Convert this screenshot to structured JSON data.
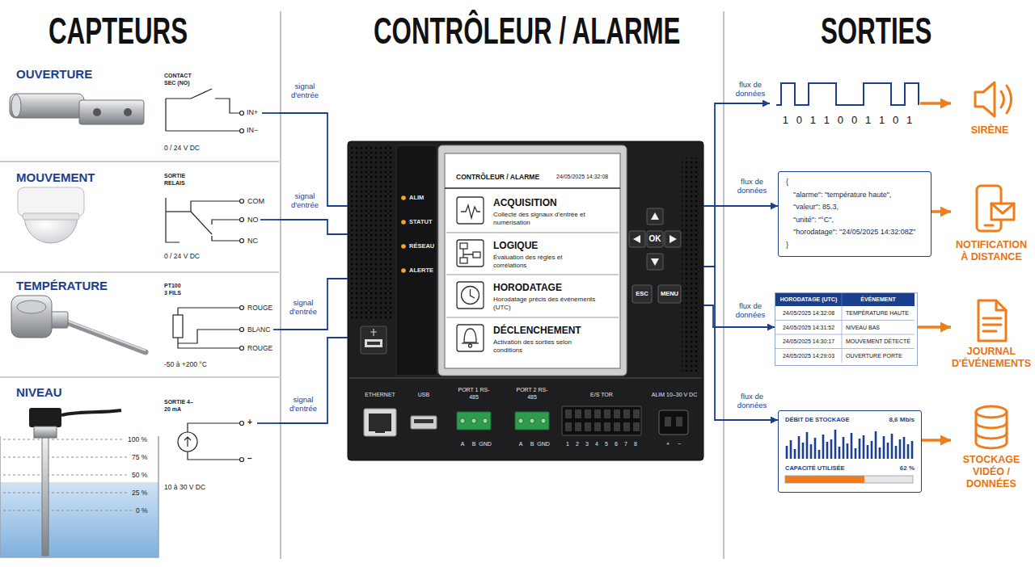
{
  "diagram": {
    "nodes": [
      {
        "text": [
          "OUVERTURE"
        ]
      },
      {
        "text": [
          "MOUVEMENT"
        ]
      },
      {
        "text": [
          "TEMPÉRATURE"
        ]
      },
      {
        "text": [
          "NIVEAU"
        ]
      },
      {
        "text": [
          "ALIM",
          "STATUT",
          "RÉSEAU",
          "ALERTE",
          "OK",
          "ESC",
          "MENU",
          "ETHERNET",
          "USB",
          "PORT 1 RS-485",
          "A",
          "B",
          "GND",
          "PORT 2 RS-485",
          "A",
          "B",
          "GND",
          "E/S TOR",
          "1 2 3 4 5 6 7 8",
          "ALIM 10–30 V DC",
          "+",
          "−"
        ]
      },
      {
        "text": [
          "CONTRÔLEUR / ALARME",
          "24/05/2025 14:32:08"
        ],
        "in": 4
      },
      {
        "text": [
          "ACQUISITION",
          "Collecte des signaux d'entrée et numérisation"
        ],
        "in": 5
      },
      {
        "text": [
          "LOGIQUE",
          "Évaluation des règles et corrélations"
        ],
        "in": 5
      },
      {
        "text": [
          "HORODATAGE",
          "Horodatage précis des événements (UTC)"
        ],
        "in": 5
      },
      {
        "text": [
          "DÉCLENCHEMENT",
          "Activation des sorties selon conditions"
        ],
        "in": 5
      },
      {
        "text": [
          "1 0 1 1 0 0 1 1 0 1"
        ]
      },
      {
        "text": [
          "{",
          "\"alarme\": \"température haute\",",
          "\"valeur\": 85.3,",
          "\"unité\": \"°C\",",
          "\"horodatage\": \"24/05/2025 14:32:08Z\"",
          "}"
        ]
      },
      {
        "text": [
          "HORODATAGE (UTC)",
          "ÉVÉNEMENT",
          "24/05/2025 14:32:08",
          "TEMPÉRATURE HAUTE",
          "24/05/2025 14:31:52",
          "NIVEAU BAS",
          "24/05/2025 14:30:17",
          "MOUVEMENT DÉTECTÉ",
          "24/05/2025 14:29:03",
          "OUVERTURE PORTE"
        ]
      },
      {
        "text": [
          "DÉBIT DE STOCKAGE",
          "8,6 Mb/s",
          "CAPACITÉ UTILISÉE",
          "62 %"
        ]
      },
      {
        "text": [
          "SIRÈNE"
        ]
      },
      {
        "text": [
          "NOTIFICATION À DISTANCE"
        ]
      },
      {
        "text": [
          "JOURNAL D'ÉVÉNEMENTS"
        ]
      },
      {
        "text": [
          "STOCKAGE VIDÉO / DONNÉES"
        ]
      }
    ],
    "edges": [
      {
        "from": 0,
        "to": 4,
        "label": "signal d'entrée",
        "arrow": "none"
      },
      {
        "from": 1,
        "to": 4,
        "label": "signal d'entrée",
        "arrow": "none"
      },
      {
        "from": 2,
        "to": 4,
        "label": "signal d'entrée",
        "arrow": "none"
      },
      {
        "from": 3,
        "to": 4,
        "label": "signal d'entrée",
        "arrow": "none"
      },
      {
        "from": 4,
        "to": 10,
        "label": "flux de données",
        "arrow": "to"
      },
      {
        "from": 4,
        "to": 11,
        "label": "flux de données",
        "arrow": "to"
      },
      {
        "from": 4,
        "to": 12,
        "label": "flux de données",
        "arrow": "to"
      },
      {
        "from": 4,
        "to": 13,
        "label": "flux de données",
        "arrow": "to"
      },
      {
        "from": 10,
        "to": 14,
        "arrow": "to"
      },
      {
        "from": 11,
        "to": 15,
        "arrow": "to"
      },
      {
        "from": 12,
        "to": 16,
        "arrow": "to"
      },
      {
        "from": 13,
        "to": 17,
        "arrow": "to"
      }
    ],
    "labels": [
      "CAPTEURS",
      "CONTRÔLEUR / ALARME",
      "SORTIES",
      "CONTACT SEC (NO)",
      "IN+",
      "IN−",
      "0 / 24 V DC",
      "SORTIE RELAIS",
      "COM",
      "NO",
      "NC",
      "0 / 24 V DC",
      "PT100 3 FILS",
      "ROUGE",
      "BLANC",
      "ROUGE",
      "-50 à +200 °C",
      "SORTIE 4–20 mA",
      "+",
      "−",
      "10 à 30 V DC",
      "100 %",
      "75 %",
      "50 %",
      "25 %",
      "0 %"
    ]
  }
}
